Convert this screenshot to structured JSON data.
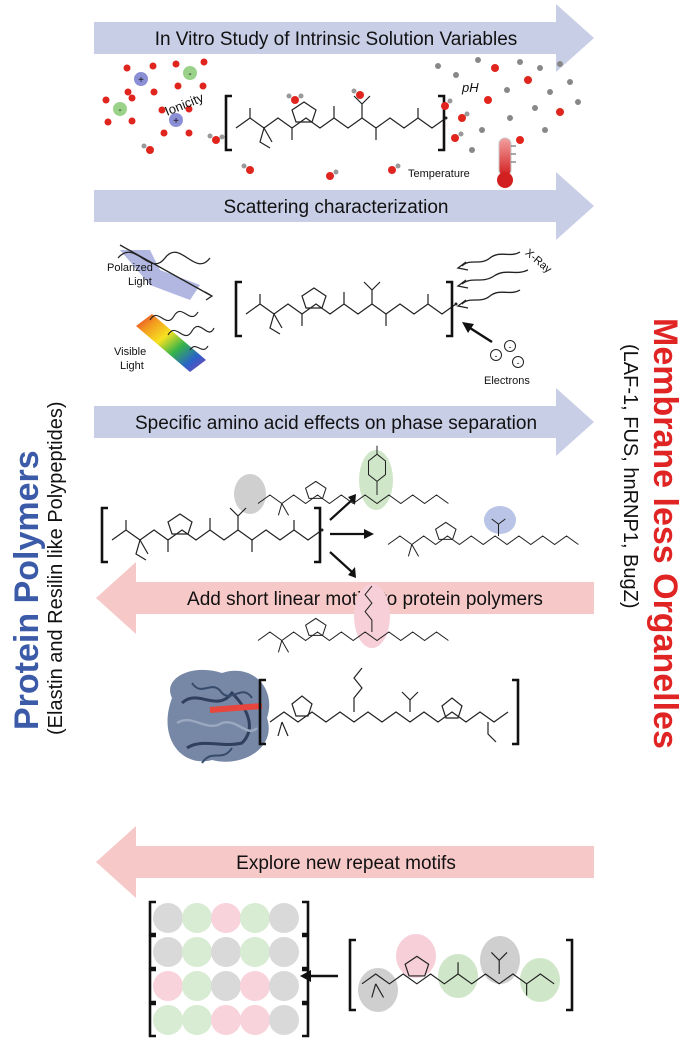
{
  "side_labels": {
    "left_title": "Protein Polymers",
    "left_subtitle": "(Elastin and Resilin like Polypeptides)",
    "right_title": "Membrane less Organelles",
    "right_subtitle": "(LAF-1, FUS, hnRNP1, BugZ)"
  },
  "arrows": [
    {
      "label": "In Vitro Study of Intrinsic Solution Variables",
      "direction": "right",
      "color": "#c8cee6"
    },
    {
      "label": "Scattering characterization",
      "direction": "right",
      "color": "#c8cee6"
    },
    {
      "label": "Specific amino acid effects on phase separation",
      "direction": "right",
      "color": "#c8cee6"
    },
    {
      "label": "Add short linear motifs to protein polymers",
      "direction": "left",
      "color": "#f6c8c8"
    },
    {
      "label": "Explore new repeat motifs",
      "direction": "left",
      "color": "#f6c8c8"
    }
  ],
  "panel1": {
    "ionicity": "Ionicity",
    "ph": "pH",
    "temperature": "Temperature"
  },
  "panel2": {
    "polarized": "Polarized",
    "light": "Light",
    "visible": "Visible",
    "visible_light": "Light",
    "xray": "X-Ray",
    "electrons": "Electrons"
  },
  "repeat_grid": [
    [
      "#d9d9d9",
      "#d7ecd2",
      "#f8d3dc",
      "#d7ecd2",
      "#d9d9d9"
    ],
    [
      "#d9d9d9",
      "#d7ecd2",
      "#d9d9d9",
      "#d7ecd2",
      "#d9d9d9"
    ],
    [
      "#f8d3dc",
      "#d7ecd2",
      "#d9d9d9",
      "#f8d3dc",
      "#d9d9d9"
    ],
    [
      "#d7ecd2",
      "#d7ecd2",
      "#f8d3dc",
      "#f8d3dc",
      "#d9d9d9"
    ]
  ],
  "colors": {
    "blue_accent": "#3b5ba9",
    "red_accent": "#e02424",
    "green_highlight": "#cfe6c9",
    "grey_highlight": "#cfcfcf",
    "pink_highlight": "#f6cfd9",
    "purple_highlight": "#b9c4e6",
    "red_motif": "#e8453c"
  }
}
